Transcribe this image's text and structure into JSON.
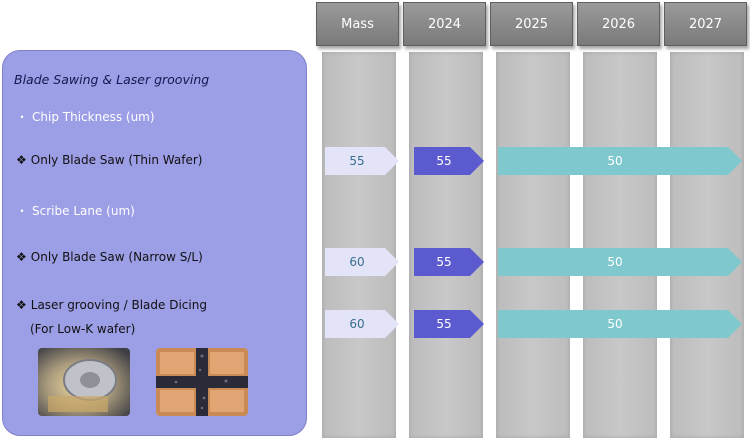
{
  "header": {
    "columns": [
      "Mass",
      "2024",
      "2025",
      "2026",
      "2027"
    ]
  },
  "panel": {
    "title": "Blade Sawing & Laser grooving",
    "items": [
      {
        "bullet": "・",
        "text": "Chip Thickness (um)"
      },
      {
        "bullet": "❖",
        "text": "Only Blade Saw (Thin Wafer)"
      },
      {
        "bullet": "・",
        "text": "Scribe Lane (um)"
      },
      {
        "bullet": "❖",
        "text": "Only Blade Saw (Narrow S/L)"
      },
      {
        "bullet": "❖",
        "text": "Laser grooving / Blade Dicing"
      },
      {
        "bullet": "",
        "text": "(For Low-K wafer)"
      }
    ]
  },
  "rows": [
    {
      "mass": "55",
      "y2024": "55",
      "span": "50"
    },
    {
      "mass": "60",
      "y2024": "55",
      "span": "50"
    },
    {
      "mass": "60",
      "y2024": "55",
      "span": "50"
    }
  ],
  "colors": {
    "panel": "#9c9ee6",
    "mass_arrow": "#e3e4f7",
    "year_arrow": "#5b5bcf",
    "span_arrow": "#7ec8ce",
    "header": "#8a8a8a"
  }
}
